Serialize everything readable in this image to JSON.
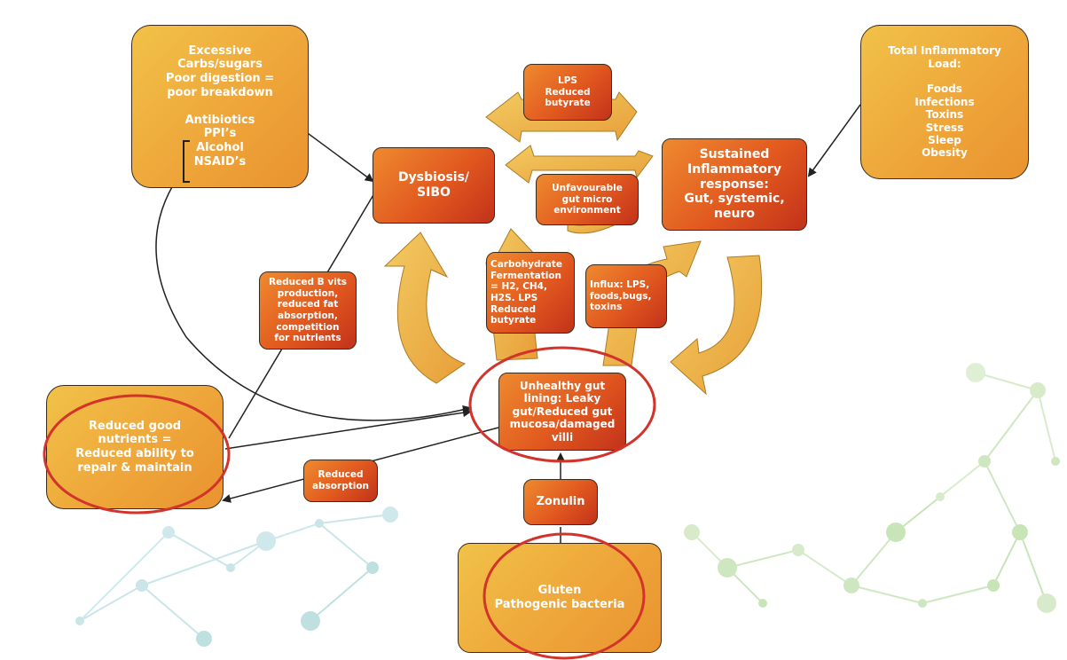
{
  "boxes": {
    "causes": "Excessive\nCarbs/sugars\nPoor digestion =\npoor breakdown\n\nAntibiotics\nPPI’s\nAlcohol\nNSAID’s",
    "total_load": "Total Inflammatory\nLoad:\n\nFoods\nInfections\nToxins\nStress\nSleep\nObesity",
    "dysbiosis": "Dysbiosis/\nSIBO",
    "sustained": "Sustained\nInflammatory\nresponse:\nGut, systemic,\nneuro",
    "lps": "LPS\nReduced\nbutyrate",
    "unfavourable": "Unfavourable\ngut micro\nenvironment",
    "carb_fermentation": "Carbohydrate\nFermentation\n= H2, CH4,\nH2S. LPS\nReduced\nbutyrate",
    "influx": "Influx: LPS,\nfoods,bugs,\ntoxins",
    "b_vits": "Reduced B vits\nproduction,\nreduced fat\nabsorption,\ncompetition\nfor nutrients",
    "reduced_good": "Reduced good\nnutrients =\nReduced ability to\nrepair & maintain",
    "unhealthy_gut": "Unhealthy gut\nlining: Leaky\ngut/Reduced gut\nmucosa/damaged\nvilli",
    "reduced_absorption": "Reduced\nabsorption",
    "zonulin": "Zonulin",
    "gluten": "Gluten\nPathogenic bacteria"
  },
  "colors": {
    "yellow_box": "#eea63a",
    "red_box": "#d2451c",
    "cycle_arrow": "#eab23c",
    "highlight_ellipse": "#d2332a",
    "connector": "#222222"
  }
}
